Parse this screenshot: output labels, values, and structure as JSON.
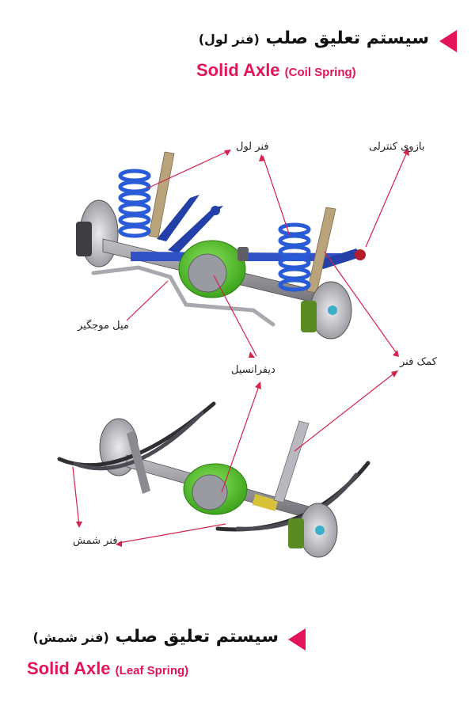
{
  "top_heading": {
    "fa_main": "سیستم تعلیق صلب",
    "fa_paren": "(فنر لول)",
    "en_main": "Solid Axle",
    "en_paren": "(Coil Spring)"
  },
  "bottom_heading": {
    "fa_main": "سیستم تعلیق صلب",
    "fa_paren": "(فنر شمش)",
    "en_main": "Solid Axle",
    "en_paren": "(Leaf Spring)"
  },
  "labels": {
    "coil_spring": "فنر لول",
    "control_arm": "بازوی کنترلی",
    "stabilizer_bar": "میل موجگیر",
    "differential": "دیفرانسیل",
    "shock_absorber": "کمک فنر",
    "leaf_spring": "فنر شمش"
  },
  "colors": {
    "accent": "#e4145a",
    "spring_blue": "#2a5bd6",
    "diff_green": "#4fc21f",
    "axle_grey": "#8d8d93",
    "damper_tan": "#b9a37a",
    "arm_blue": "#2340a8",
    "disc_grey": "#c9c9cf"
  }
}
